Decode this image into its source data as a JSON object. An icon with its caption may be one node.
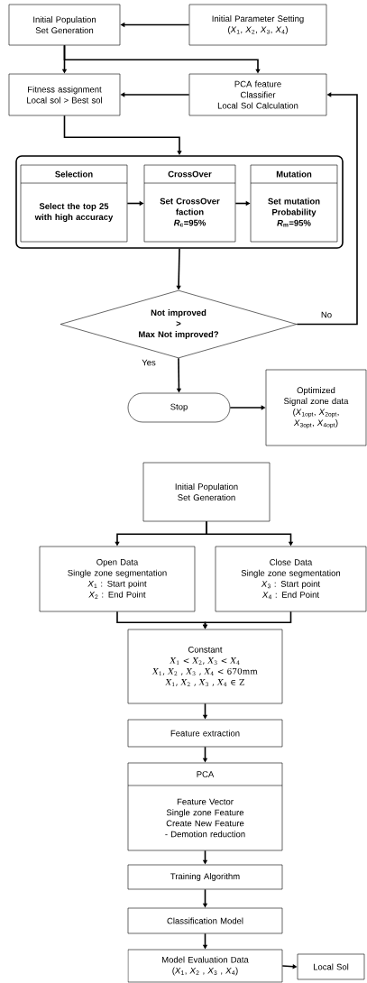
{
  "diagram": {
    "nodes": [
      {
        "text": [
          "Initial Population Set Generation"
        ]
      },
      {
        "text": [
          "Initial Parameter Setting",
          "(*X*$_{1}$, *X*$_{2}$, *X*$_{3}$, *X*$_{4}$)"
        ]
      },
      {
        "text": [
          "Fitness assignment Local sol > Best sol"
        ]
      },
      {
        "text": [
          "PCA feature",
          "Classifier",
          "Local Sol Calculation"
        ]
      },
      {
        "text": [],
        "shape": "box"
      },
      {
        "text": [
          "Selection",
          "Select the top 25 with high accuracy"
        ],
        "in": 4
      },
      {
        "text": [
          "CrossOver",
          "Set CrossOver faction",
          "*R*$_{c}$=95%"
        ],
        "in": 4
      },
      {
        "text": [
          "Mutation",
          "Set mutation Probability",
          "*R*$_{m}$=95%"
        ],
        "in": 4
      },
      {
        "text": [
          "Not improved",
          ">",
          "Max Not improved?"
        ]
      },
      {
        "text": [
          "Stop"
        ]
      },
      {
        "text": [
          "Optimized",
          "Signal zone data",
          "(*X*$_{1opt}$, *X*$_{2opt}$, *X*$_{3opt}$, *X*$_{4opt}$)"
        ]
      },
      {
        "text": [
          "Initial Population Set Generation"
        ]
      },
      {
        "text": [
          "Open Data",
          "Single zone segmentation",
          "*X*$_{1}$ : Start point",
          "*X*$_{2}$ : End Point"
        ]
      },
      {
        "text": [
          "Close Data",
          "Single zone segmentation",
          "*X*$_{3}$ : Start point",
          "*X*$_{4}$ : End Point"
        ]
      },
      {
        "text": [
          "Constant",
          "*X*$_{1}$ < *X*$_{2}$, *X*$_{3}$ < *X*$_{4}$",
          "*X*$_{1}$, *X*$_{2}$ , *X*$_{3}$ , *X*$_{4}$ < 670mm",
          "*X*$_{1}$, *X*$_{2}$ , *X*$_{3}$ , *X*$_{4}$ ∈ Z"
        ]
      },
      {
        "text": [
          "Feature extraction"
        ]
      },
      {
        "text": [
          "PCA",
          "Feature Vector",
          "Single zone Feature",
          "Create New Feature",
          "- Demotion reduction"
        ]
      },
      {
        "text": [
          "Training Algorithm"
        ]
      },
      {
        "text": [
          "Classification Model"
        ]
      },
      {
        "text": [
          "Model Evaluation Data",
          "(*X*$_{1}$, *X*$_{2}$ , *X*$_{3}$ , *X*$_{4}$)"
        ]
      },
      {
        "text": [
          "Local Sol"
        ]
      }
    ],
    "edges": [
      {
        "from": 1,
        "to": 0,
        "arrow": "to"
      },
      {
        "from": 0,
        "to": 2,
        "arrow": "to"
      },
      {
        "from": 0,
        "to": 3,
        "arrow": "to"
      },
      {
        "from": 3,
        "to": 2,
        "arrow": "to"
      },
      {
        "from": 2,
        "to": 4,
        "arrow": "to"
      },
      {
        "from": 5,
        "to": 6,
        "arrow": "to"
      },
      {
        "from": 6,
        "to": 7,
        "arrow": "to"
      },
      {
        "from": 4,
        "to": 8,
        "arrow": "to"
      },
      {
        "from": 8,
        "to": 3,
        "arrow": "to",
        "label": "No"
      },
      {
        "from": 8,
        "to": 9,
        "arrow": "to",
        "label": "Yes"
      },
      {
        "from": 9,
        "to": 10,
        "arrow": "to"
      },
      {
        "from": 11,
        "to": 12,
        "arrow": "to"
      },
      {
        "from": 11,
        "to": 13,
        "arrow": "to"
      },
      {
        "from": 12,
        "to": 14,
        "arrow": "to"
      },
      {
        "from": 13,
        "to": 14,
        "arrow": "to"
      },
      {
        "from": 14,
        "to": 15,
        "arrow": "to"
      },
      {
        "from": 15,
        "to": 16,
        "arrow": "to"
      },
      {
        "from": 16,
        "to": 17,
        "arrow": "to"
      },
      {
        "from": 17,
        "to": 18,
        "arrow": "to"
      },
      {
        "from": 18,
        "to": 19,
        "arrow": "to"
      },
      {
        "from": 19,
        "to": 20,
        "arrow": "to"
      }
    ]
  }
}
